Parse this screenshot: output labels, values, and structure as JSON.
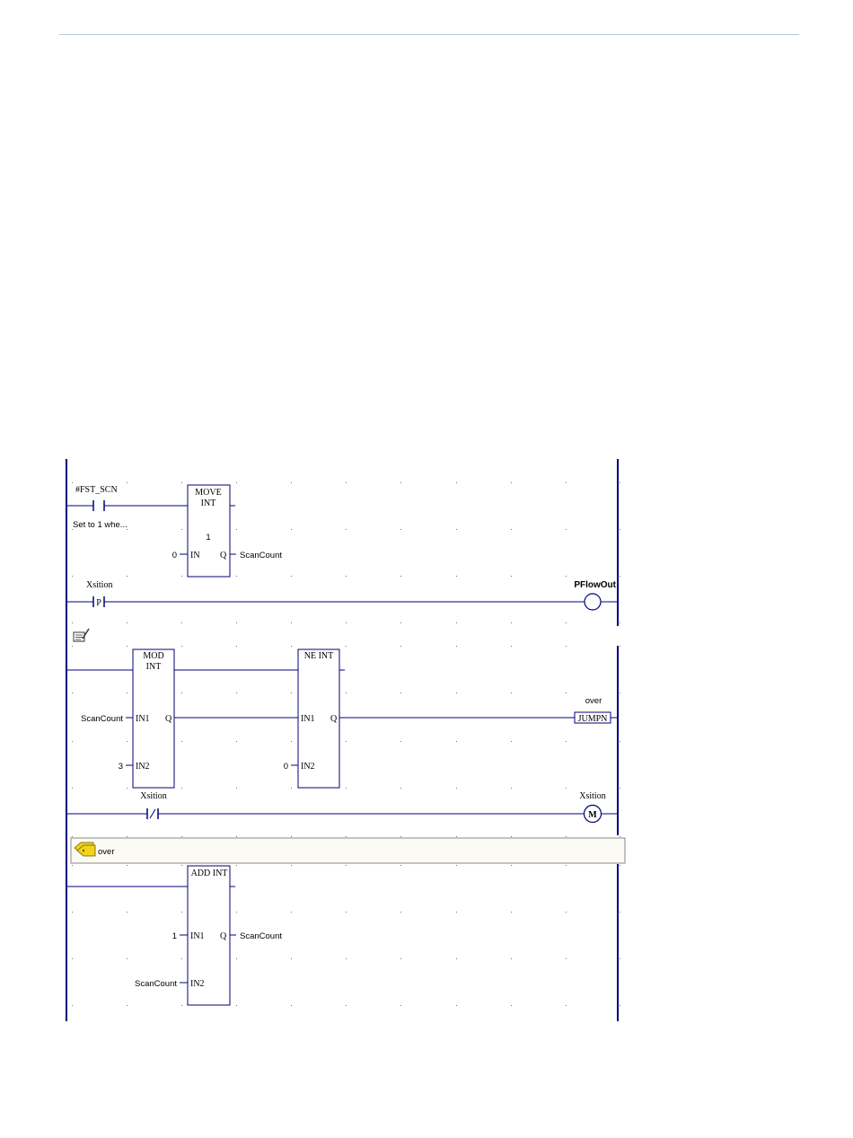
{
  "rung1": {
    "contact_label": "#FST_SCN",
    "contact_desc": "Set to 1 whe...",
    "block_title_1": "MOVE",
    "block_title_2": "INT",
    "block_count": "1",
    "in_label": "IN",
    "q_label": "Q",
    "in_value": "0",
    "q_value": "ScanCount"
  },
  "rung2": {
    "contact_label": "Xsition",
    "contact_symbol": "P",
    "coil_label": "PFlowOut"
  },
  "rung3": {
    "mod_title_1": "MOD",
    "mod_title_2": "INT",
    "mod_in1_label": "IN1",
    "mod_in2_label": "IN2",
    "mod_q_label": "Q",
    "mod_in1_value": "ScanCount",
    "mod_in2_value": "3",
    "ne_title": "NE INT",
    "ne_in1_label": "IN1",
    "ne_in2_label": "IN2",
    "ne_q_label": "Q",
    "ne_in2_value": "0",
    "jump_label": "over",
    "jump_text": "JUMPN"
  },
  "rung4": {
    "contact_label": "Xsition",
    "coil_label": "Xsition",
    "coil_symbol": "M"
  },
  "label_bar": {
    "text": "over"
  },
  "rung5": {
    "add_title": "ADD INT",
    "in1_label": "IN1",
    "in2_label": "IN2",
    "q_label": "Q",
    "in1_value": "1",
    "in2_value": "ScanCount",
    "q_value": "ScanCount"
  },
  "colors": {
    "rail": "#00007a",
    "wire": "#00007a",
    "label_bar_bg": "#fbfaf3",
    "tag_icon": "#f2d21b"
  }
}
